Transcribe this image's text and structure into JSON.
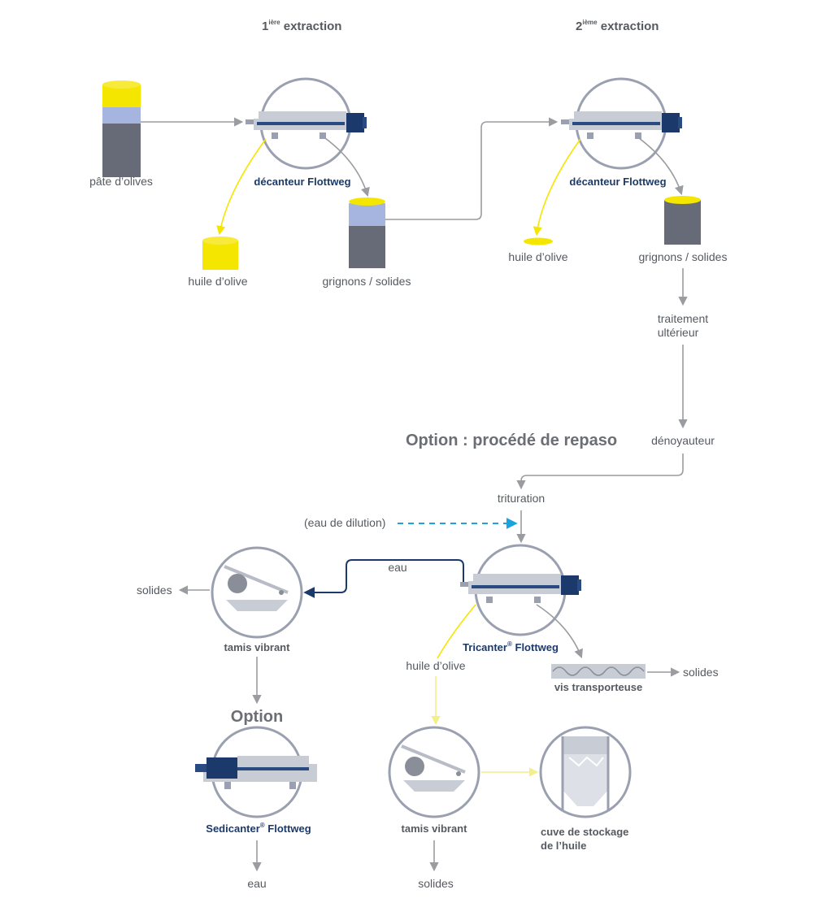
{
  "headers": {
    "first": {
      "num": "1",
      "sup": "ière",
      "text": " extraction"
    },
    "second": {
      "num": "2",
      "sup": "ième",
      "text": " extraction"
    }
  },
  "labels": {
    "olive_paste": "pâte d’olives",
    "decanter_1": "décanteur Flottweg",
    "decanter_2": "décanteur Flottweg",
    "olive_oil_1": "huile d’olive",
    "pomace_1": "grignons / solides",
    "olive_oil_2": "huile d’olive",
    "pomace_2": "grignons / solides",
    "further_treatment_line1": "traitement",
    "further_treatment_line2": "ultérieur",
    "pitter": "dénoyauteur",
    "repaso_option": "Option : procédé de repaso",
    "trituration": "trituration",
    "dilution_water": "(eau de dilution)",
    "water": "eau",
    "solids_left": "solides",
    "vibrating_screen_1": "tamis vibrant",
    "tricanter_name": "Tricanter",
    "tricanter_reg": "®",
    "tricanter_brand": " Flottweg",
    "olive_oil_3": "huile d’olive",
    "conveyor": "vis transporteuse",
    "solids_conveyor": "solides",
    "option": "Option",
    "sedicanter_name": "Sedicanter",
    "sedicanter_reg": "®",
    "sedicanter_brand": " Flottweg",
    "vibrating_screen_2": "tamis vibrant",
    "storage_line1": "cuve de stockage",
    "storage_line2": "de l’huile",
    "water_out": "eau",
    "solids_bottom": "solides"
  },
  "colors": {
    "oil_yellow": "#f5e600",
    "water_lavender": "#a6b4e0",
    "solids_gray": "#676b78",
    "arrow_gray": "#9a9ca0",
    "dark_blue": "#1b3a6b",
    "dilution_blue": "#1aa3dc",
    "circle_stroke": "#9aa0b0"
  }
}
